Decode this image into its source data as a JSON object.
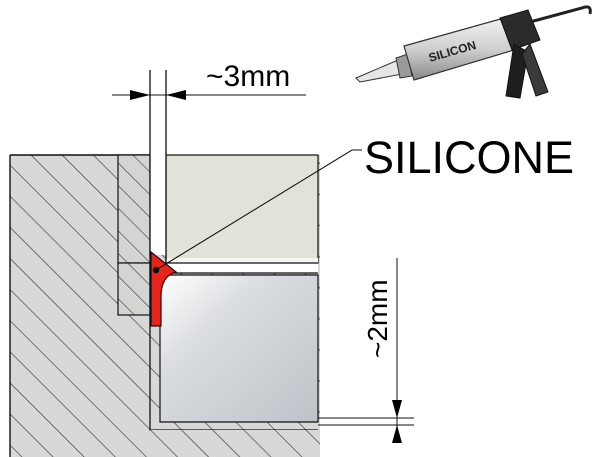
{
  "labels": {
    "gap_width": "~3mm",
    "gap_depth": "~2mm",
    "material": "SILICONE",
    "cartridge_brand": "SILICON"
  },
  "icons": {
    "tool": "caulking-gun-icon"
  },
  "colors": {
    "sealant": "#e8231b",
    "wall_hatch_bg": "#d6d6d6",
    "hatch_line": "#3a3a3a",
    "tile_upper": "#e3e2d9",
    "tile_lower": "#c9cdd3",
    "outline": "#111111"
  }
}
